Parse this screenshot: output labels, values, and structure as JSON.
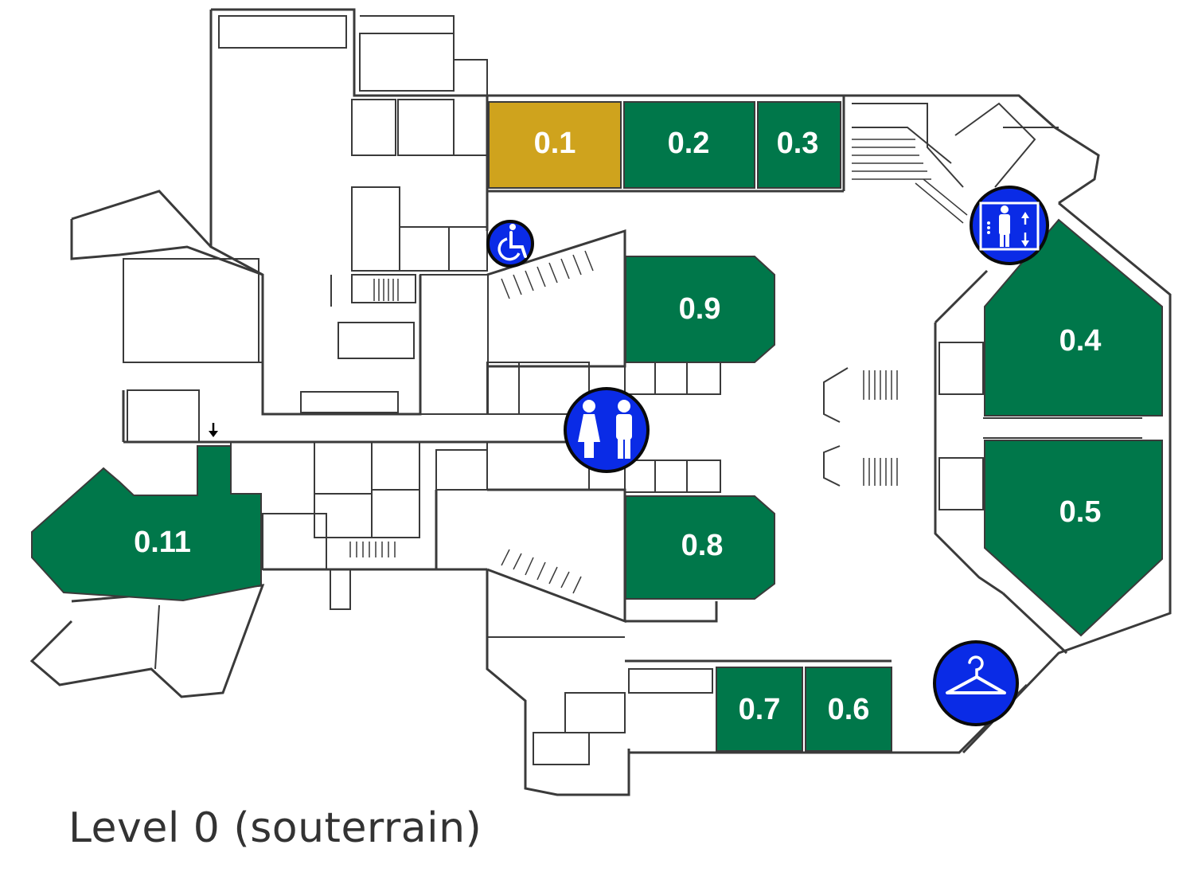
{
  "map": {
    "title": "Level 0 (souterrain)",
    "colors": {
      "room_green": "#00774a",
      "room_highlight": "#cfa31d",
      "icon_blue": "#0a2be6",
      "wall": "#3a3a3a"
    },
    "rooms": [
      {
        "id": "0.1",
        "label": "0.1",
        "highlighted": true
      },
      {
        "id": "0.2",
        "label": "0.2",
        "highlighted": false
      },
      {
        "id": "0.3",
        "label": "0.3",
        "highlighted": false
      },
      {
        "id": "0.4",
        "label": "0.4",
        "highlighted": false
      },
      {
        "id": "0.5",
        "label": "0.5",
        "highlighted": false
      },
      {
        "id": "0.6",
        "label": "0.6",
        "highlighted": false
      },
      {
        "id": "0.7",
        "label": "0.7",
        "highlighted": false
      },
      {
        "id": "0.8",
        "label": "0.8",
        "highlighted": false
      },
      {
        "id": "0.9",
        "label": "0.9",
        "highlighted": false
      },
      {
        "id": "0.11",
        "label": "0.11",
        "highlighted": false
      }
    ],
    "facility_icons": [
      "wheelchair-icon",
      "elevator-icon",
      "restroom-icon",
      "cloakroom-hanger-icon"
    ]
  }
}
